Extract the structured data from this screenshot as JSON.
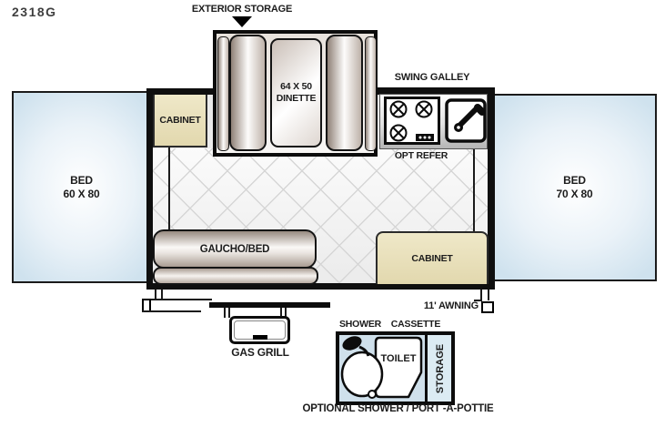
{
  "model": "2318G",
  "callouts": {
    "exterior_storage": "EXTERIOR STORAGE",
    "swing_galley": "SWING GALLEY",
    "opt_refer": "OPT REFER",
    "awning": "11' AWNING",
    "gas_grill": "GAS GRILL",
    "shower": "SHOWER",
    "cassette": "CASSETTE",
    "optional_caption": "OPTIONAL SHOWER  / PORT -A-POTTIE"
  },
  "rooms": {
    "dinette_size": "64 X 50",
    "dinette_name": "DINETTE",
    "bed_left_name": "BED",
    "bed_left_size": "60 X 80",
    "bed_right_name": "BED",
    "bed_right_size": "70 X 80",
    "cabinet_left": "CABINET",
    "cabinet_right": "CABINET",
    "gaucho": "GAUCHO/BED",
    "toilet": "TOILET",
    "storage": "STORAGE"
  },
  "icons": {
    "stove": "three-burner-cooktop-icon",
    "sink": "sink-with-faucet-icon",
    "shower_head": "shower-head-icon",
    "exterior_storage_arrow": "down-arrow-icon"
  },
  "colors": {
    "wall": "#0f0f0f",
    "bed_fill": "#d7e6f0",
    "cabinet_fill": "#eae1bf",
    "upholstery": "#b3a69c",
    "bath_fill": "#cfe0eb",
    "text": "#1c1c1c"
  }
}
